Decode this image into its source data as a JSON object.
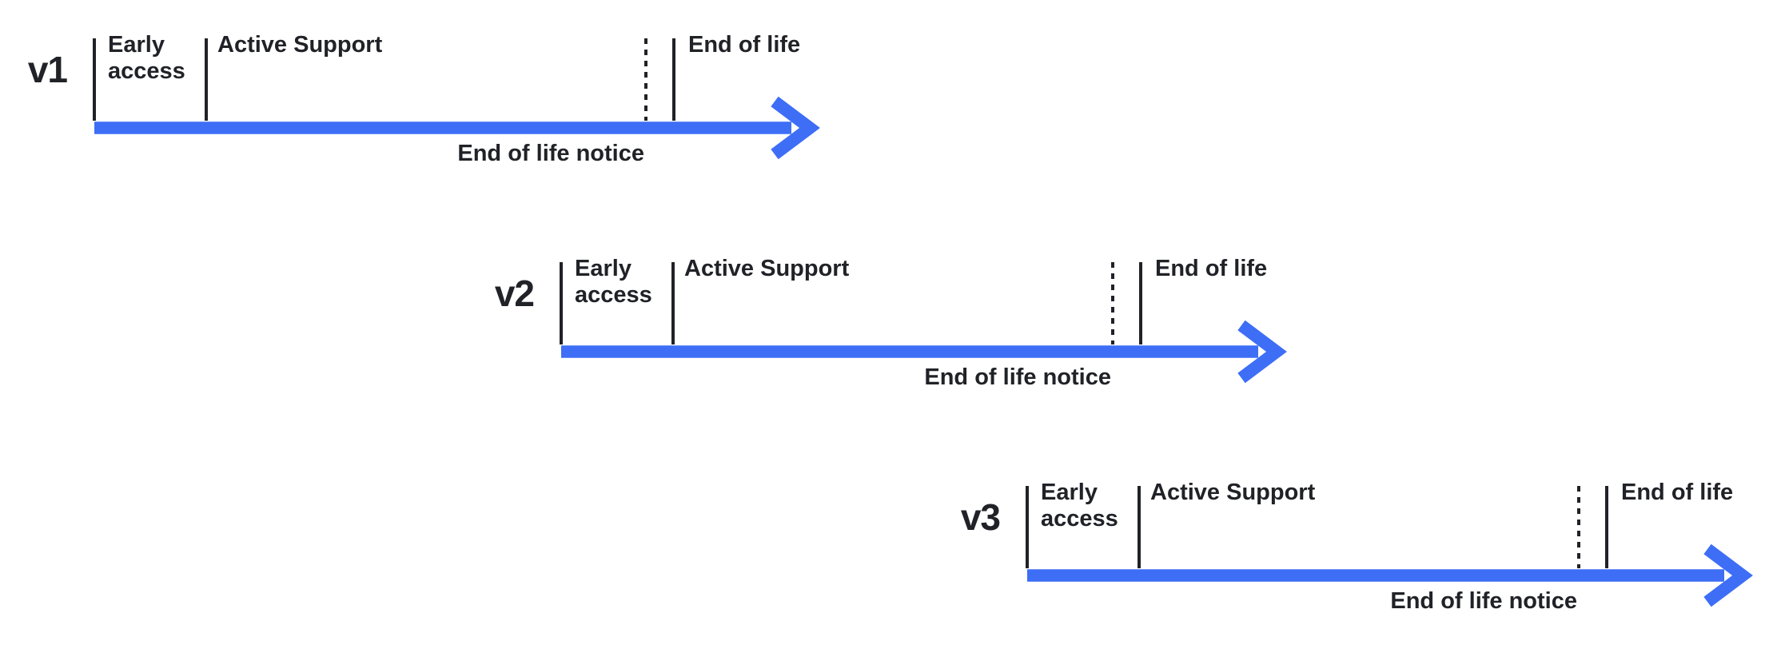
{
  "colors": {
    "background": "#ffffff",
    "arrow_blue": "#3e6ef6",
    "ink": "#202227"
  },
  "timelines": [
    {
      "version": "v1",
      "phases": {
        "early_access": "Early\naccess",
        "active_support": "Active Support",
        "end_of_life": "End of life",
        "end_of_life_notice": "End of life notice"
      }
    },
    {
      "version": "v2",
      "phases": {
        "early_access": "Early\naccess",
        "active_support": "Active Support",
        "end_of_life": "End of life",
        "end_of_life_notice": "End of life notice"
      }
    },
    {
      "version": "v3",
      "phases": {
        "early_access": "Early\naccess",
        "active_support": "Active Support",
        "end_of_life": "End of life",
        "end_of_life_notice": "End of life notice"
      }
    }
  ]
}
